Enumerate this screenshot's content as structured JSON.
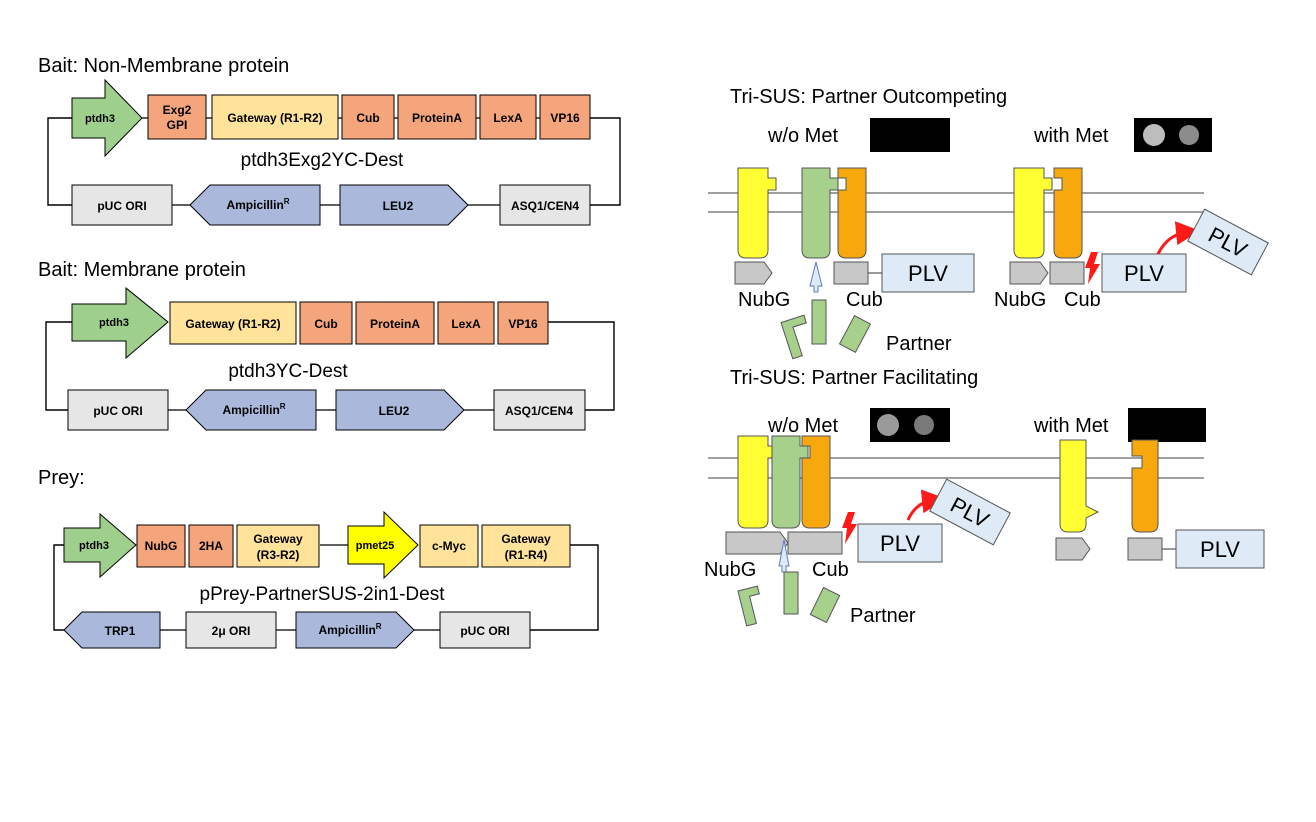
{
  "colors": {
    "promoter_green": "#9fcf8c",
    "cds_orange": "#f4a57c",
    "gateway_yellow": "#ffe39b",
    "backbone_grey": "#e6e6e6",
    "marker_blue": "#aab8dc",
    "pmet_yellow": "#ffff00",
    "nub_yellow": "#ffff33",
    "partner_green": "#a8d08d",
    "cub_orange": "#f7a80d",
    "plv_blue": "#deebf7",
    "arrow_red": "#ff1a1a"
  },
  "bait_nonmem": {
    "heading": "Bait: Non-Membrane protein",
    "promoter": "ptdh3",
    "exg2_line1": "Exg2",
    "exg2_line2": "GPI",
    "gateway": "Gateway (R1-R2)",
    "cub": "Cub",
    "proteina": "ProteinA",
    "lexa": "LexA",
    "vp16": "VP16",
    "plasmid_name": "ptdh3Exg2YC-Dest",
    "puc_ori": "pUC ORI",
    "ampicillin": "Ampicillin",
    "ampicillin_sup": "R",
    "leu2": "LEU2",
    "asq1": "ASQ1/CEN4"
  },
  "bait_mem": {
    "heading": "Bait: Membrane protein",
    "promoter": "ptdh3",
    "gateway": "Gateway (R1-R2)",
    "cub": "Cub",
    "proteina": "ProteinA",
    "lexa": "LexA",
    "vp16": "VP16",
    "plasmid_name": "ptdh3YC-Dest",
    "puc_ori": "pUC ORI",
    "ampicillin": "Ampicillin",
    "ampicillin_sup": "R",
    "leu2": "LEU2",
    "asq1": "ASQ1/CEN4"
  },
  "prey": {
    "heading": "Prey:",
    "promoter": "ptdh3",
    "nubg": "NubG",
    "ha": "2HA",
    "gateway1_line1": "Gateway",
    "gateway1_line2": "(R3-R2)",
    "pmet25": "pmet25",
    "cmyc": "c-Myc",
    "gateway2_line1": "Gateway",
    "gateway2_line2": "(R1-R4)",
    "plasmid_name": "pPrey-PartnerSUS-2in1-Dest",
    "trp1": "TRP1",
    "two_mu_ori": "2μ ORI",
    "ampicillin": "Ampicillin",
    "ampicillin_sup": "R",
    "puc_ori": "pUC ORI"
  },
  "outcompeting": {
    "title": "Tri-SUS: Partner Outcompeting",
    "wo_met": "w/o Met",
    "with_met": "with Met",
    "plv": "PLV",
    "plv_free": "PLV",
    "nubg_left": "NubG",
    "cub_left": "Cub",
    "nubg_right": "NubG",
    "cub_right": "Cub",
    "partner": "Partner"
  },
  "facilitating": {
    "title": "Tri-SUS: Partner Facilitating",
    "wo_met": "w/o Met",
    "with_met": "with Met",
    "plv": "PLV",
    "plv_free": "PLV",
    "plv_right": "PLV",
    "nubg": "NubG",
    "cub": "Cub",
    "partner": "Partner"
  }
}
